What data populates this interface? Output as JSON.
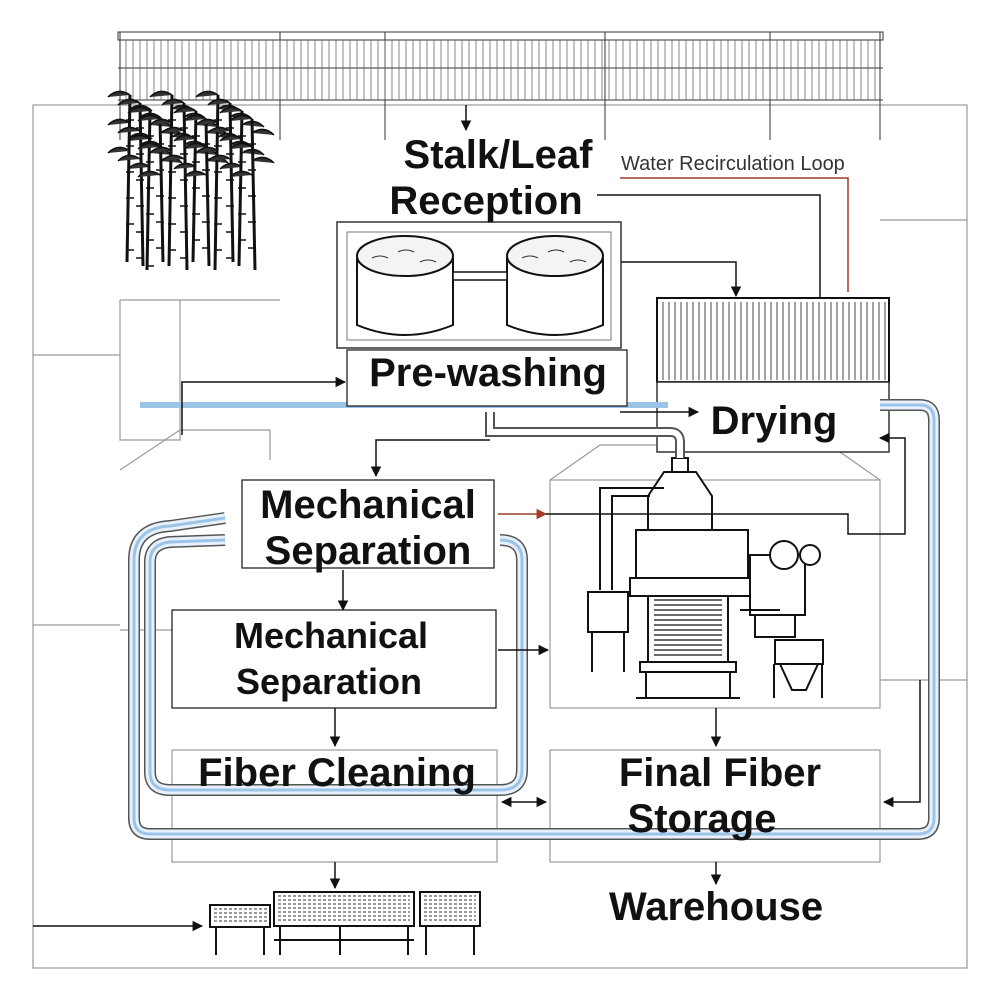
{
  "diagram": {
    "labels": {
      "reception_line1": "Stalk/Leaf",
      "reception_line2": "Reception",
      "water_loop": "Water Recirculation Loop",
      "prewashing": "Pre-washing",
      "drying": "Drying",
      "mech_sep_1_line1": "Mechanical",
      "mech_sep_1_line2": "Separation",
      "mech_sep_2_line1": "Mechanical",
      "mech_sep_2_line2": "Separation",
      "fiber_cleaning": "Fiber Cleaning",
      "final_storage_line1": "Final Fiber",
      "final_storage_line2": "Storage",
      "warehouse": "Warehouse"
    },
    "colors": {
      "line": "#111111",
      "water_pipe": "#9cc3e8",
      "pipe_fill": "#e8f1fb",
      "return_line": "#a33a2a",
      "building": "#9a9a9a"
    },
    "icons": [
      "bamboo-icon",
      "washing-tank-icon",
      "dryer-shed-icon",
      "separation-machine-icon",
      "drying-rack-icon"
    ]
  }
}
